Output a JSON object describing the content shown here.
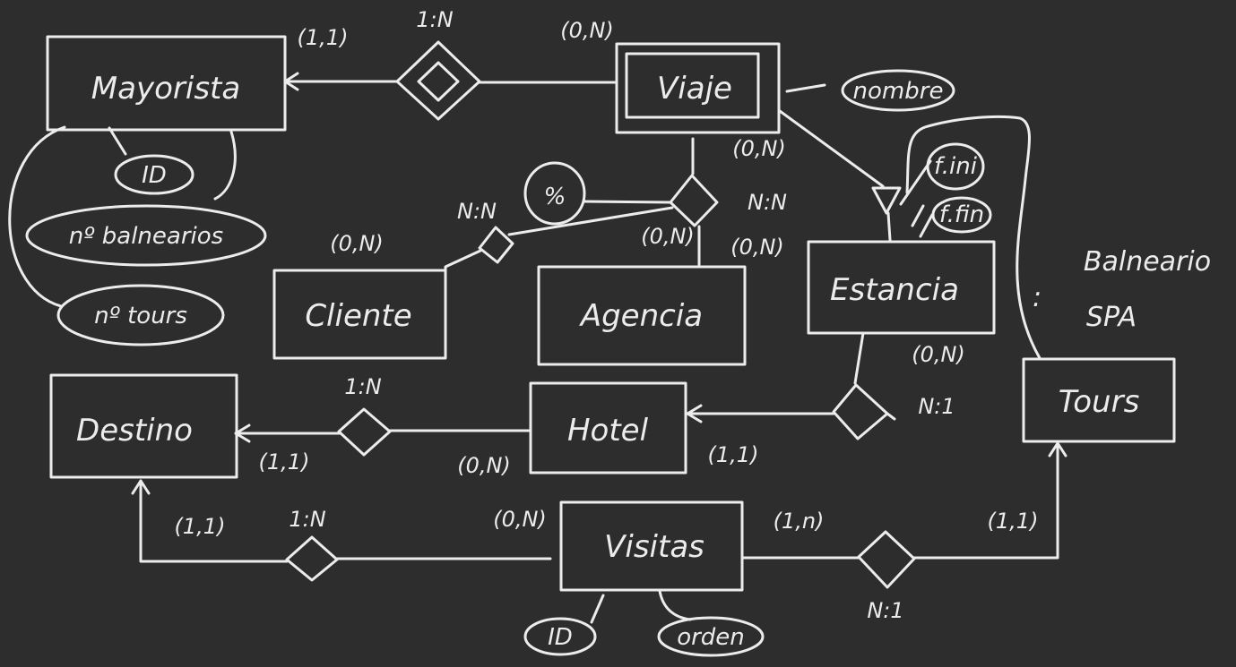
{
  "entities": {
    "mayorista": "Mayorista",
    "viaje": "Viaje",
    "cliente": "Cliente",
    "agencia": "Agencia",
    "estancia": "Estancia",
    "destino": "Destino",
    "hotel": "Hotel",
    "tours": "Tours",
    "visitas": "Visitas"
  },
  "attributes": {
    "mayorista_id": "ID",
    "mayorista_balnearios": "nº balnearios",
    "mayorista_tours": "nº tours",
    "viaje_nombre": "nombre",
    "estancia_f_ini": "f.ini",
    "estancia_f_fin": "f.fin",
    "agencia_percent": "%",
    "visitas_id": "ID",
    "visitas_orden": "orden"
  },
  "relationships": {
    "mayorista_viaje": "1:N",
    "cliente_viaje": "N:N",
    "viaje_agencia": "N:N",
    "estancia_hotel": "N:1",
    "hotel_destino": "1:N",
    "visitas_destino": "1:N",
    "visitas_tours": "N:1"
  },
  "cardinalities": {
    "mayorista": "(1,1)",
    "viaje_left": "(0,N)",
    "viaje_bottom": "(0,N)",
    "cliente": "(0,N)",
    "agencia_left": "(0,N)",
    "agencia_right": "(0,N)",
    "estancia": "(0,N)",
    "hotel_right": "(1,1)",
    "hotel_left": "(0,N)",
    "destino_right": "(1,1)",
    "destino_bottom": "(1,1)",
    "visitas_left": "(0,N)",
    "visitas_right": "(1,n)",
    "tours": "(1,1)"
  },
  "notes": {
    "subtype_balneario": "Balneario",
    "subtype_spa": "SPA",
    "ellipsis": ":"
  }
}
